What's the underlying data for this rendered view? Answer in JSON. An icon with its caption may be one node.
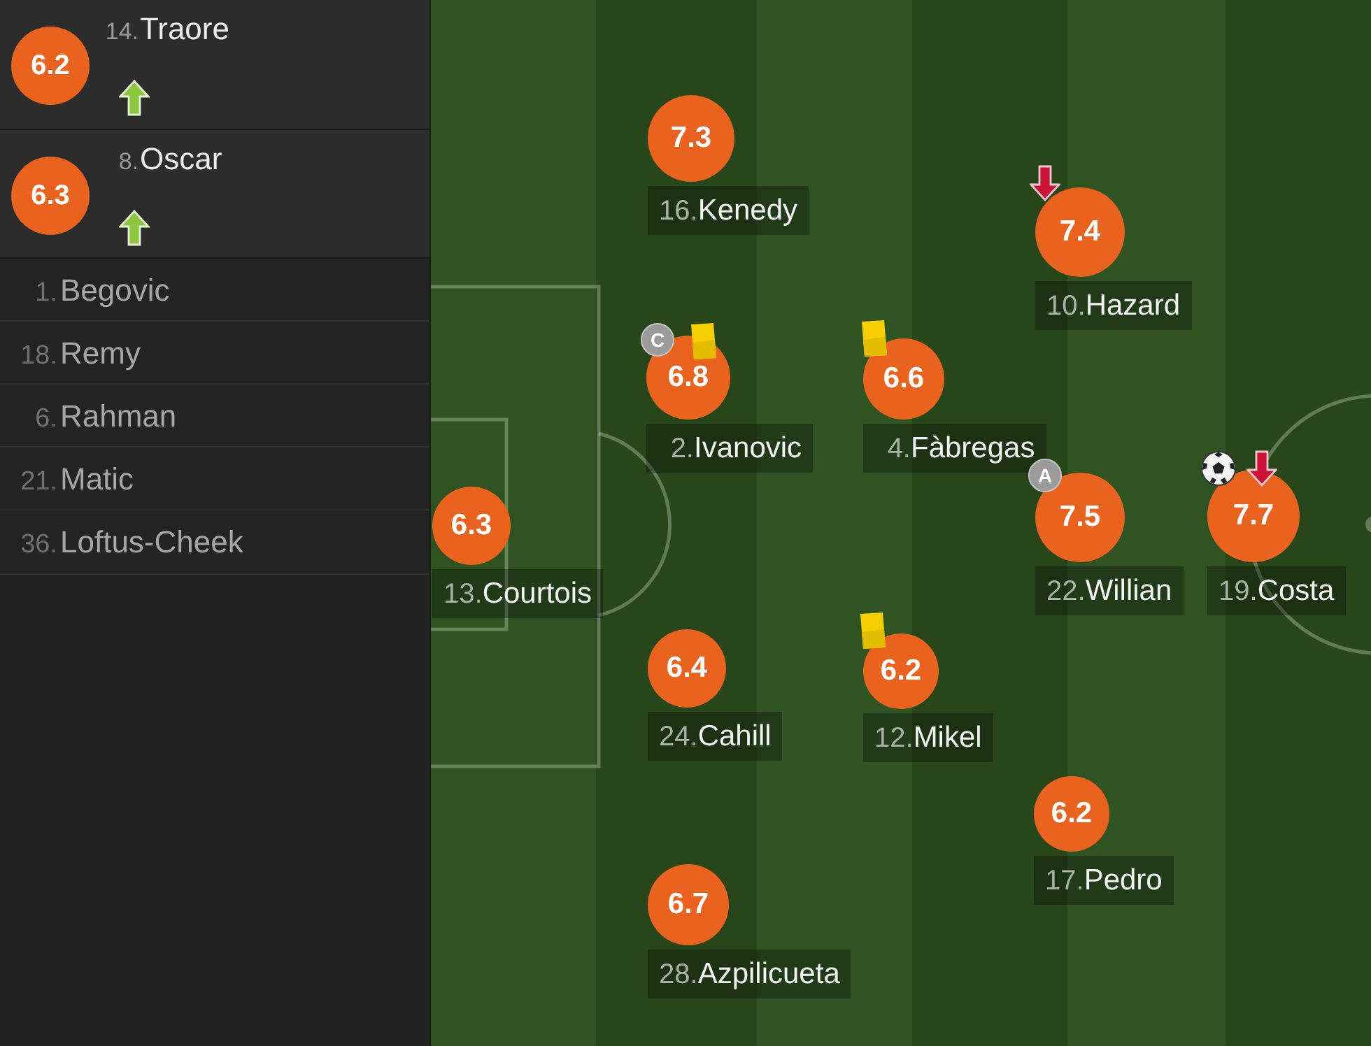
{
  "diagram": {
    "nodes": [
      {
        "text": [
          "14.",
          "Traore"
        ]
      },
      {
        "text": [
          "6.2"
        ],
        "in": 0
      },
      {
        "text": [
          "8.",
          "Oscar"
        ]
      },
      {
        "text": [
          "6.3"
        ],
        "in": 2
      },
      {
        "text": [
          "1.",
          "Begovic"
        ]
      },
      {
        "text": [
          "18.",
          "Remy"
        ]
      },
      {
        "text": [
          "6.",
          "Rahman"
        ]
      },
      {
        "text": [
          "21.",
          "Matic"
        ]
      },
      {
        "text": [
          "36.",
          "Loftus-Cheek"
        ]
      },
      {
        "text": [
          "7.3"
        ],
        "beside": [
          "16.",
          "Kenedy"
        ]
      },
      {
        "text": [
          "7.4"
        ],
        "beside": [
          "10.",
          "Hazard"
        ]
      },
      {
        "text": [
          "C"
        ]
      },
      {
        "text": [
          "6.8"
        ],
        "beside": [
          "2.",
          "Ivanovic"
        ]
      },
      {
        "text": [
          "6.6"
        ],
        "beside": [
          "4.",
          "Fàbregas"
        ]
      },
      {
        "text": [
          "A"
        ]
      },
      {
        "text": [
          "6.3"
        ],
        "beside": [
          "13.",
          "Courtois"
        ]
      },
      {
        "text": [
          "7.5"
        ],
        "beside": [
          "22.",
          "Willian"
        ]
      },
      {
        "text": [
          "7.7"
        ],
        "beside": [
          "19.",
          "Costa"
        ]
      },
      {
        "text": [
          "6.4"
        ],
        "beside": [
          "24.",
          "Cahill"
        ]
      },
      {
        "text": [
          "6.2"
        ],
        "beside": [
          "12.",
          "Mikel"
        ]
      },
      {
        "text": [
          "6.2"
        ],
        "beside": [
          "17.",
          "Pedro"
        ]
      },
      {
        "text": [
          "6.7"
        ],
        "beside": [
          "28.",
          "Azpilicueta"
        ]
      }
    ]
  }
}
